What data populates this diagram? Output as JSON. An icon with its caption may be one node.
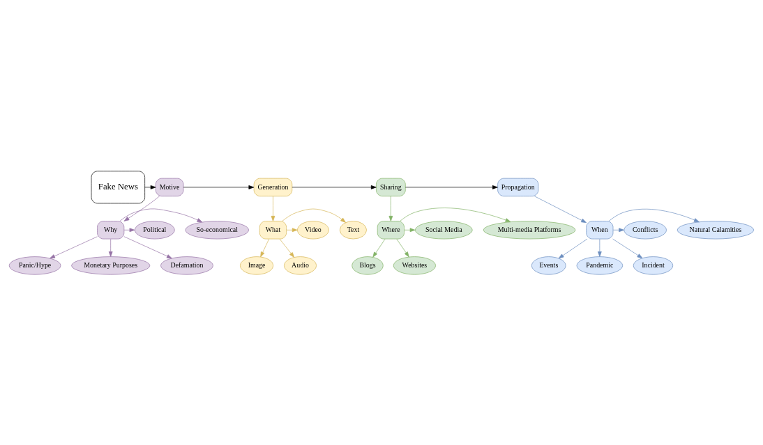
{
  "diagram": {
    "nodes": [
      {
        "text": [
          "Fake News"
        ]
      },
      {
        "text": [
          "Motive"
        ]
      },
      {
        "text": [
          "Why"
        ]
      },
      {
        "text": [
          "So-economical"
        ]
      },
      {
        "text": [
          "Panic/Hype"
        ]
      },
      {
        "text": [
          "Monetary Purposes"
        ]
      },
      {
        "text": [
          "Defamation"
        ]
      },
      {
        "text": [
          "Political"
        ]
      },
      {
        "text": [
          "Generation"
        ]
      },
      {
        "text": [
          "What"
        ]
      },
      {
        "text": [
          "Text"
        ]
      },
      {
        "text": [
          "Video"
        ]
      },
      {
        "text": [
          "Image"
        ]
      },
      {
        "text": [
          "Audio"
        ]
      },
      {
        "text": [
          "Sharing"
        ]
      },
      {
        "text": [
          "Where"
        ]
      },
      {
        "text": [
          "Multi-media Platforms"
        ]
      },
      {
        "text": [
          "Blogs"
        ]
      },
      {
        "text": [
          "Websites"
        ]
      },
      {
        "text": [
          "Social Media"
        ]
      },
      {
        "text": [
          "Propagation"
        ]
      },
      {
        "text": [
          "When"
        ]
      },
      {
        "text": [
          "Natural Calamities"
        ]
      },
      {
        "text": [
          "Conflicts"
        ]
      },
      {
        "text": [
          "Events"
        ]
      },
      {
        "text": [
          "Pandemic"
        ]
      },
      {
        "text": [
          "Incident"
        ]
      }
    ],
    "edges": [
      {
        "from": 0,
        "to": 1,
        "arrow": "to",
        "color": "#000000"
      },
      {
        "from": 1,
        "to": 8,
        "arrow": "to",
        "color": "#000000"
      },
      {
        "from": 8,
        "to": 14,
        "arrow": "to",
        "color": "#000000"
      },
      {
        "from": 14,
        "to": 20,
        "arrow": "to",
        "color": "#000000"
      },
      {
        "from": 1,
        "to": 2,
        "arrow": "to",
        "color": "#9673a6"
      },
      {
        "from": 2,
        "to": 3,
        "arrow": "to",
        "color": "#9673a6"
      },
      {
        "from": 2,
        "to": 4,
        "arrow": "to",
        "color": "#9673a6"
      },
      {
        "from": 2,
        "to": 5,
        "arrow": "to",
        "color": "#9673a6"
      },
      {
        "from": 2,
        "to": 6,
        "arrow": "to",
        "color": "#9673a6"
      },
      {
        "from": 2,
        "to": 7,
        "arrow": "to",
        "color": "#9673a6"
      },
      {
        "from": 8,
        "to": 9,
        "arrow": "to",
        "color": "#d6b656"
      },
      {
        "from": 9,
        "to": 10,
        "arrow": "to",
        "color": "#d6b656"
      },
      {
        "from": 9,
        "to": 11,
        "arrow": "to",
        "color": "#d6b656"
      },
      {
        "from": 9,
        "to": 12,
        "arrow": "to",
        "color": "#d6b656"
      },
      {
        "from": 9,
        "to": 13,
        "arrow": "to",
        "color": "#d6b656"
      },
      {
        "from": 14,
        "to": 15,
        "arrow": "to",
        "color": "#82b366"
      },
      {
        "from": 15,
        "to": 16,
        "arrow": "to",
        "color": "#82b366"
      },
      {
        "from": 15,
        "to": 17,
        "arrow": "to",
        "color": "#82b366"
      },
      {
        "from": 15,
        "to": 18,
        "arrow": "to",
        "color": "#82b366"
      },
      {
        "from": 15,
        "to": 19,
        "arrow": "to",
        "color": "#82b366"
      },
      {
        "from": 20,
        "to": 21,
        "arrow": "to",
        "color": "#6c8ebf"
      },
      {
        "from": 21,
        "to": 22,
        "arrow": "to",
        "color": "#6c8ebf"
      },
      {
        "from": 21,
        "to": 23,
        "arrow": "to",
        "color": "#6c8ebf"
      },
      {
        "from": 21,
        "to": 24,
        "arrow": "to",
        "color": "#6c8ebf"
      },
      {
        "from": 21,
        "to": 25,
        "arrow": "to",
        "color": "#6c8ebf"
      },
      {
        "from": 21,
        "to": 26,
        "arrow": "to",
        "color": "#6c8ebf"
      }
    ]
  }
}
